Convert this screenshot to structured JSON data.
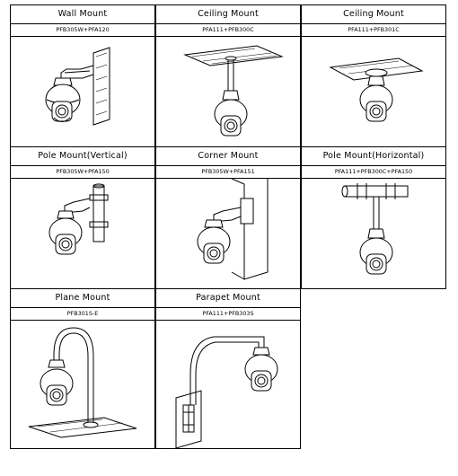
{
  "mounts": [
    {
      "title": "Wall Mount",
      "model": "PFB305W+PFA120",
      "illustration": "wall-mount"
    },
    {
      "title": "Ceiling Mount",
      "model": "PFA111+PFB300C",
      "illustration": "ceiling-mount-pendant"
    },
    {
      "title": "Ceiling Mount",
      "model": "PFA111+PFB301C",
      "illustration": "ceiling-mount-flush"
    },
    {
      "title": "Pole Mount(Vertical)",
      "model": "PFB305W+PFA150",
      "illustration": "pole-mount-vertical"
    },
    {
      "title": "Corner Mount",
      "model": "PFB305W+PFA151",
      "illustration": "corner-mount"
    },
    {
      "title": "Pole Mount(Horizontal)",
      "model": "PFA111+PFB300C+PFA150",
      "illustration": "pole-mount-horizontal"
    },
    {
      "title": "Plane Mount",
      "model": "PFB301S-E",
      "illustration": "plane-mount"
    },
    {
      "title": "Parapet Mount",
      "model": "PFA111+PFB303S",
      "illustration": "parapet-mount"
    }
  ]
}
